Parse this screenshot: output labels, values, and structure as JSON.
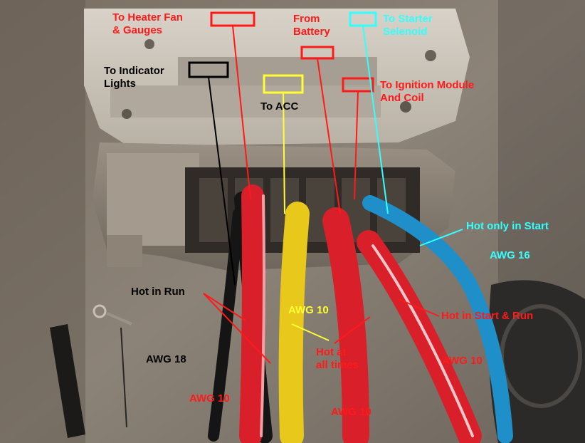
{
  "labels": {
    "heater_fan": "To Heater Fan\n& Gauges",
    "indicator_lights": "To Indicator\nLights",
    "from_battery": "From\nBattery",
    "starter_solenoid": "To Starter\nSelenoid",
    "acc": "To ACC",
    "ignition_module": "To Ignition Module\nAnd Coil",
    "hot_only_start": "Hot only in Start",
    "awg16": "AWG 16",
    "hot_in_run": "Hot in Run",
    "awg10_yellow": "AWG 10",
    "hot_start_run": "Hot in Start & Run",
    "hot_all_times": "Hot at\nall times",
    "awg18": "AWG 18",
    "awg10_left": "AWG 10",
    "awg10_center": "AWG 10",
    "awg10_right": "AWG 10"
  },
  "colors": {
    "red": "#ff1a1a",
    "black": "#000000",
    "white": "#ffffff",
    "cyan": "#33ffff",
    "yellow": "#ffff33",
    "wire_red": "#d81f2a",
    "wire_yellow": "#e8c81a",
    "wire_blue": "#1e8fc8",
    "wire_black": "#151515"
  }
}
